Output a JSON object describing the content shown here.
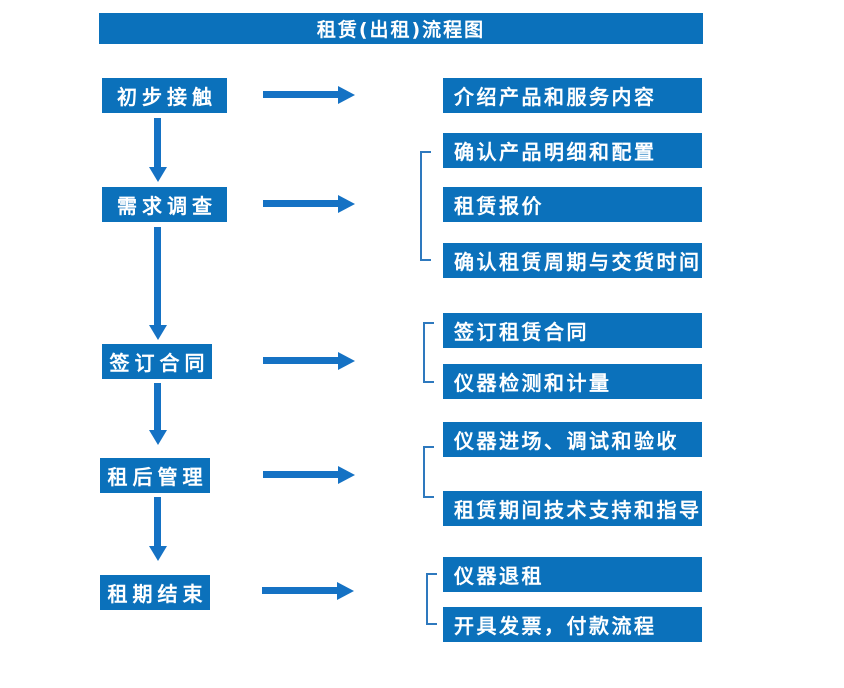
{
  "title": "租赁(出租)流程图",
  "colors": {
    "primary": "#0b71bb",
    "arrow": "#1572c4",
    "bracket": "#2e79be",
    "text_on_primary": "#ffffff",
    "background": "#ffffff"
  },
  "left_steps": [
    {
      "label": "初步接触"
    },
    {
      "label": "需求调查"
    },
    {
      "label": "签订合同"
    },
    {
      "label": "租后管理"
    },
    {
      "label": "租期结束"
    }
  ],
  "right_items": [
    {
      "label": "介绍产品和服务内容"
    },
    {
      "label": "确认产品明细和配置"
    },
    {
      "label": "租赁报价"
    },
    {
      "label": "确认租赁周期与交货时间"
    },
    {
      "label": "签订租赁合同"
    },
    {
      "label": "仪器检测和计量"
    },
    {
      "label": "仪器进场、调试和验收"
    },
    {
      "label": "租赁期间技术支持和指导"
    },
    {
      "label": "仪器退租"
    },
    {
      "label": "开具发票，付款流程"
    }
  ]
}
